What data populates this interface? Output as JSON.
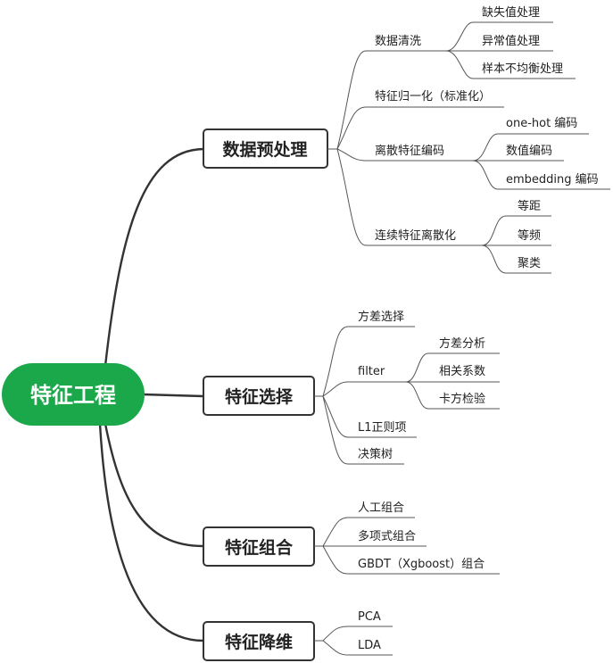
{
  "root": {
    "label": "特征工程",
    "color": "#1aa84a"
  },
  "branches": [
    {
      "label": "数据预处理",
      "children": [
        {
          "label": "数据清洗",
          "children": [
            {
              "label": "缺失值处理"
            },
            {
              "label": "异常值处理"
            },
            {
              "label": "样本不均衡处理"
            }
          ]
        },
        {
          "label": "特征归一化（标准化）"
        },
        {
          "label": "离散特征编码",
          "children": [
            {
              "label": "one-hot 编码"
            },
            {
              "label": "数值编码"
            },
            {
              "label": "embedding 编码"
            }
          ]
        },
        {
          "label": "连续特征离散化",
          "children": [
            {
              "label": "等距"
            },
            {
              "label": "等频"
            },
            {
              "label": "聚类"
            }
          ]
        }
      ]
    },
    {
      "label": "特征选择",
      "children": [
        {
          "label": "方差选择"
        },
        {
          "label": "filter",
          "children": [
            {
              "label": "方差分析"
            },
            {
              "label": "相关系数"
            },
            {
              "label": "卡方检验"
            }
          ]
        },
        {
          "label": "L1正则项"
        },
        {
          "label": "决策树"
        }
      ]
    },
    {
      "label": "特征组合",
      "children": [
        {
          "label": "人工组合"
        },
        {
          "label": "多项式组合"
        },
        {
          "label": "GBDT（Xgboost）组合"
        }
      ]
    },
    {
      "label": "特征降维",
      "children": [
        {
          "label": "PCA"
        },
        {
          "label": "LDA"
        }
      ]
    }
  ]
}
